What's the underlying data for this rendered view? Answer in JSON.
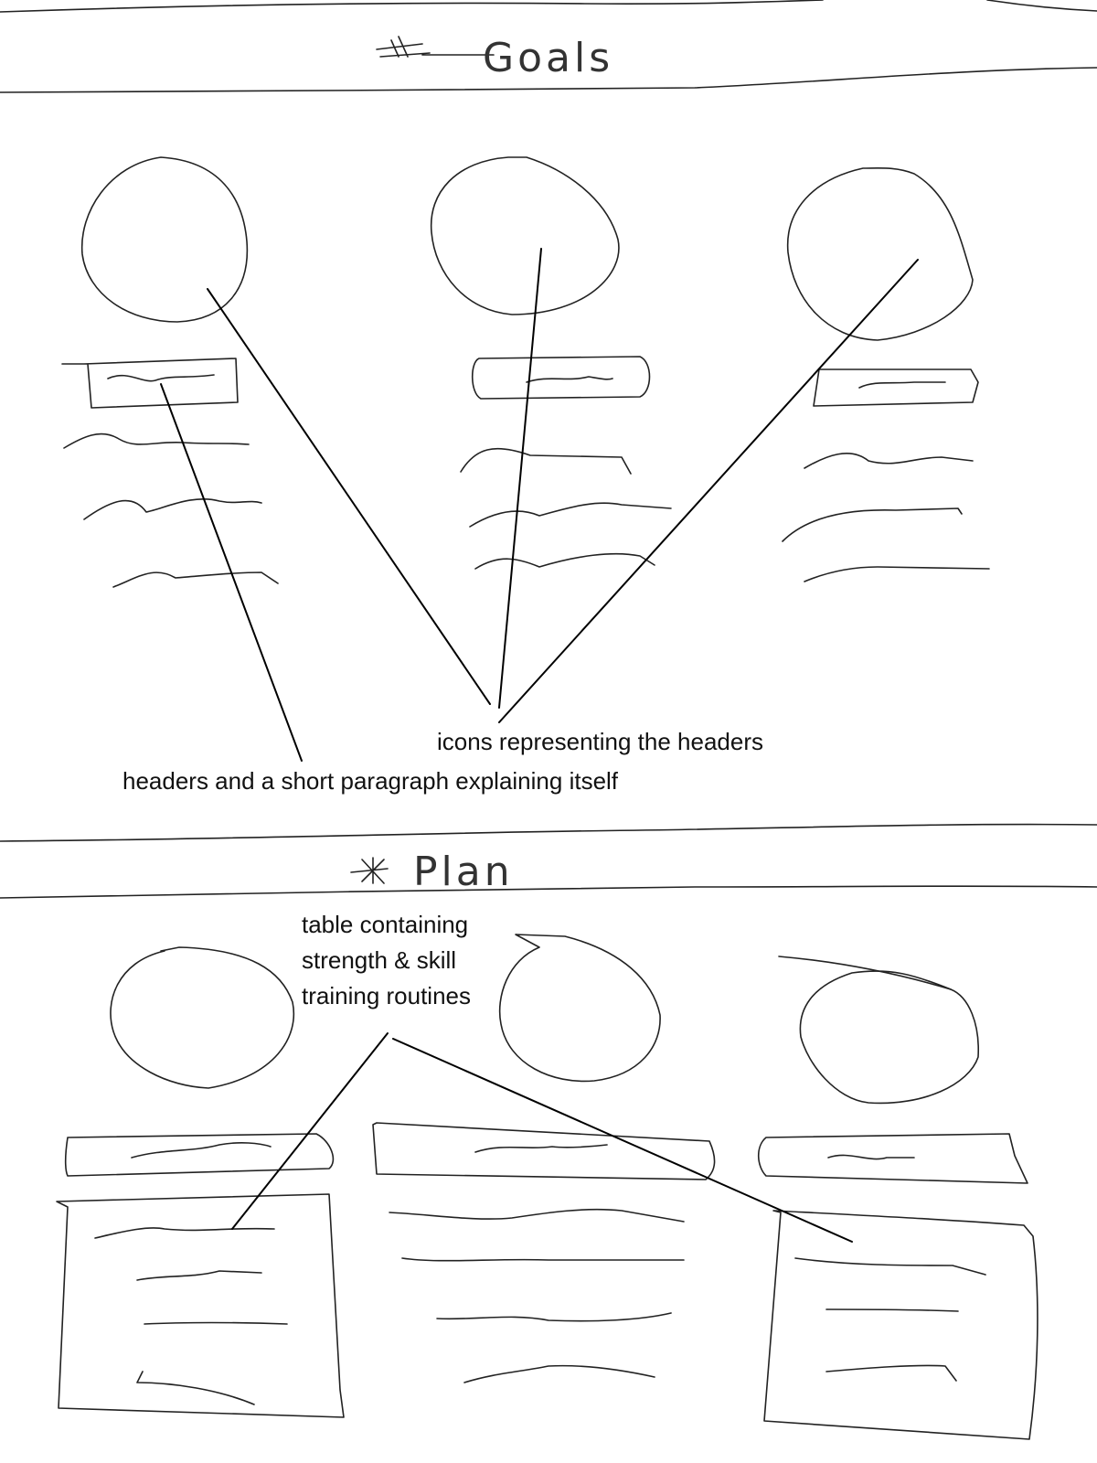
{
  "sections": {
    "goals": {
      "title": "Goals",
      "card_count": 3
    },
    "plan": {
      "title": "Plan",
      "card_count": 3
    }
  },
  "annotations": {
    "icons": "icons representing the headers",
    "headers": "headers and a short paragraph explaining itself",
    "table": "table containing strength & skill training routines"
  }
}
